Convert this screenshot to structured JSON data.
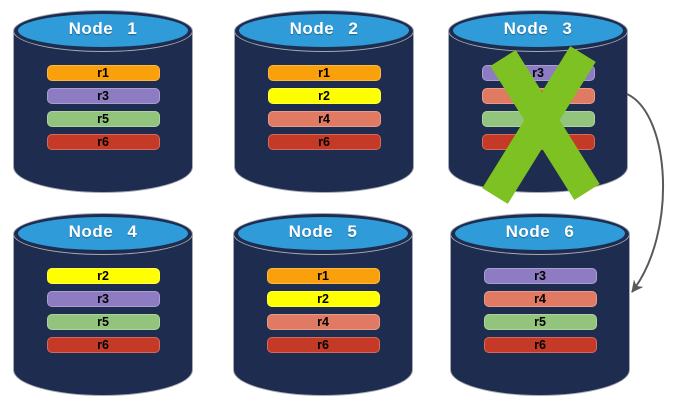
{
  "diagram": {
    "description": "replicated-database-cluster-diagram",
    "node_style": {
      "body_color": "#1E2C4F",
      "top_color": "#2F9CD9",
      "outline_color": "#A6AAB4"
    },
    "replica_colors": {
      "r1": "#FAA00A",
      "r2": "#FFFF00",
      "r3": "#8E7CC3",
      "r4": "#E07A63",
      "r5": "#93C47D",
      "r6": "#C43A26"
    },
    "nodes": [
      {
        "id": "node-1",
        "label": "Node 1",
        "failed": false,
        "replicas": [
          "r1",
          "r3",
          "r5",
          "r6"
        ]
      },
      {
        "id": "node-2",
        "label": "Node 2",
        "failed": false,
        "replicas": [
          "r1",
          "r2",
          "r4",
          "r6"
        ]
      },
      {
        "id": "node-3",
        "label": "Node 3",
        "failed": true,
        "replicas": [
          "r3",
          "r4",
          "r5",
          "r6"
        ]
      },
      {
        "id": "node-4",
        "label": "Node 4",
        "failed": false,
        "replicas": [
          "r2",
          "r3",
          "r5",
          "r6"
        ]
      },
      {
        "id": "node-5",
        "label": "Node 5",
        "failed": false,
        "replicas": [
          "r1",
          "r2",
          "r4",
          "r6"
        ]
      },
      {
        "id": "node-6",
        "label": "Node 6",
        "failed": false,
        "replicas": [
          "r3",
          "r4",
          "r5",
          "r6"
        ]
      }
    ],
    "failure_marker": {
      "node": "node-3",
      "icon": "green-x-icon",
      "color": "#7DC122"
    },
    "arrow": {
      "icon": "curved-arrow-icon",
      "from": "node-3",
      "to": "node-6",
      "color": "#595959"
    }
  }
}
